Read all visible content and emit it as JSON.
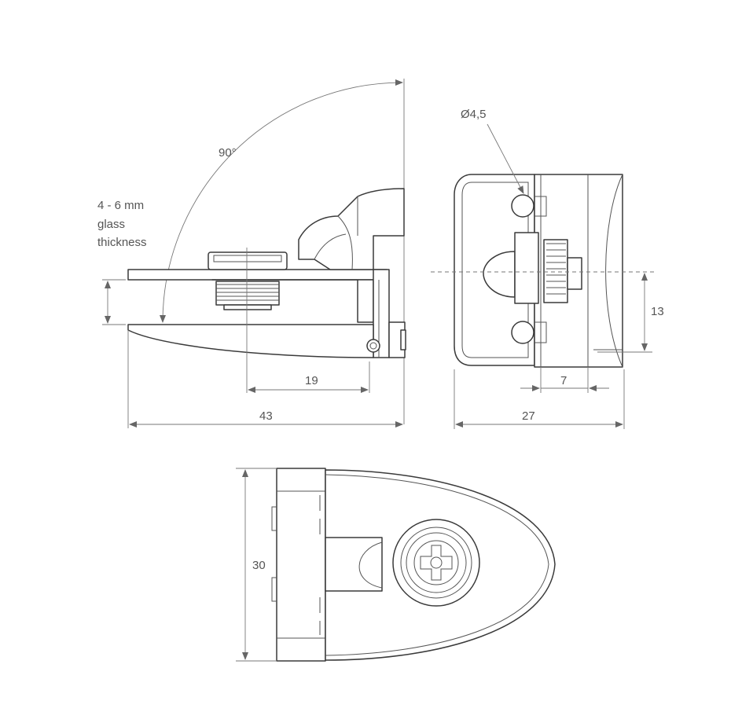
{
  "dimensions": {
    "angle": "90°",
    "glass_line1": "4 - 6 mm",
    "glass_line2": "glass",
    "glass_line3": "thickness",
    "hole_dia": "Ø4,5",
    "offset_19": "19",
    "width_43": "43",
    "width_27": "27",
    "height_13": "13",
    "inset_7": "7",
    "height_30": "30"
  }
}
